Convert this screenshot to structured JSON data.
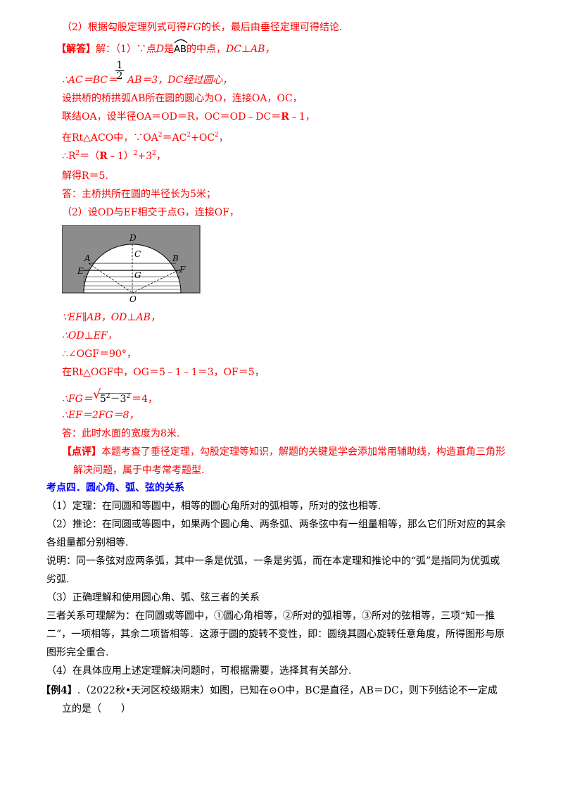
{
  "lines": {
    "l1": "（2）根据勾股定理列式可得",
    "l1_fg": "FG",
    "l1_tail": "的长，最后由垂径定理可得结论.",
    "answer_tag": "【解答】",
    "answer_start": "解：（1）∵点",
    "answer_d": "D",
    "answer_is": "是",
    "answer_arc": "AB",
    "answer_mid": "的中点，",
    "answer_perp": "DC⊥AB，",
    "frac_num": "1",
    "frac_den": "2",
    "l3a": "∴AC＝BC＝",
    "l3b": "AB＝3，DC经过圆心，",
    "l4": "设拱桥的桥拱弧AB所在圆的圆心为O，连接OA，OC，",
    "l5a": "联结OA，设半径OA＝OD＝R，OC＝OD﹣DC＝",
    "l5b": "R",
    "l5c": "﹣1，",
    "l6a": "在Rt△ACO中，∵OA",
    "l6b": "＝AC",
    "l6c": "+OC",
    "l6d": "，",
    "sup2": "2",
    "l7a": "∴R",
    "l7b": "＝（",
    "l7c": "R",
    "l7d": "﹣1）",
    "l7e": "+3",
    "l8": "解得R＝5.",
    "l9": "答：主桥拱所在圆的半径长为5米；",
    "l10": "（2）设OD与EF相交于点G，连接OF，",
    "l11": "∵EF∥AB，OD⊥AB，",
    "l12": "∴OD⊥EF，",
    "l13": "∴∠OGF＝90°，",
    "l14": "在Rt△OGF中，OG＝5﹣1﹣1＝3，OF＝5，",
    "l15a": "∴FG＝",
    "l15rad": "5",
    "l15minus": "－3",
    "l15b": "＝4，",
    "l16": "∴EF＝2FG＝8，",
    "l17": "答：此时水面的宽度为8米.",
    "comment_tag": "【点评】",
    "comment1": "本题考查了垂径定理，勾股定理等知识，解题的关键是学会添加常用辅助线，构造直角三角形",
    "comment2": "解决问题，属于中考常考题型.",
    "section_title": "考点四．圆心角、弧、弦的关系",
    "p1": "（1）定理：在同圆和等圆中，相等的圆心角所对的弧相等，所对的弦也相等.",
    "p2a": "（2）推论：在同圆或等圆中，如果两个圆心角、两条弧、两条弦中有一组量相等，那么它们所对应的其余",
    "p2b": "各组量都分别相等.",
    "p3a": "说明：同一条弦对应两条弧，其中一条是优弧，一条是劣弧，而在本定理和推论中的“弧”是指同为优弧或",
    "p3b": "劣弧.",
    "p4": "（3）正确理解和使用圆心角、弧、弦三者的关系",
    "p5a": "三者关系可理解为：在同圆或等圆中，①圆心角相等，②所对的弧相等，③所对的弦相等，三项“知一推",
    "p5b": "二”，一项相等，其余二项皆相等．这源于圆的旋转不变性，即：圆绕其圆心旋转任意角度，所得图形与原",
    "p5c": "图形完全重合.",
    "p6": "（4）在具体应用上述定理解决问题时，可根据需要，选择其有关部分.",
    "ex_tag": "【例4】",
    "ex1": ".（2022秋•天河区校级期末）如图，已知在⊙O中，BC是直径，AB＝DC，则下列结论不一定成",
    "ex2": "立的是（　　）"
  },
  "figure_labels": {
    "D": "D",
    "C": "C",
    "A": "A",
    "B": "B",
    "E": "E",
    "F": "F",
    "G": "G",
    "O": "O"
  },
  "colors": {
    "answer": "#ff0000",
    "section": "#0000ff",
    "figure_bg": "#8c8c8c"
  }
}
